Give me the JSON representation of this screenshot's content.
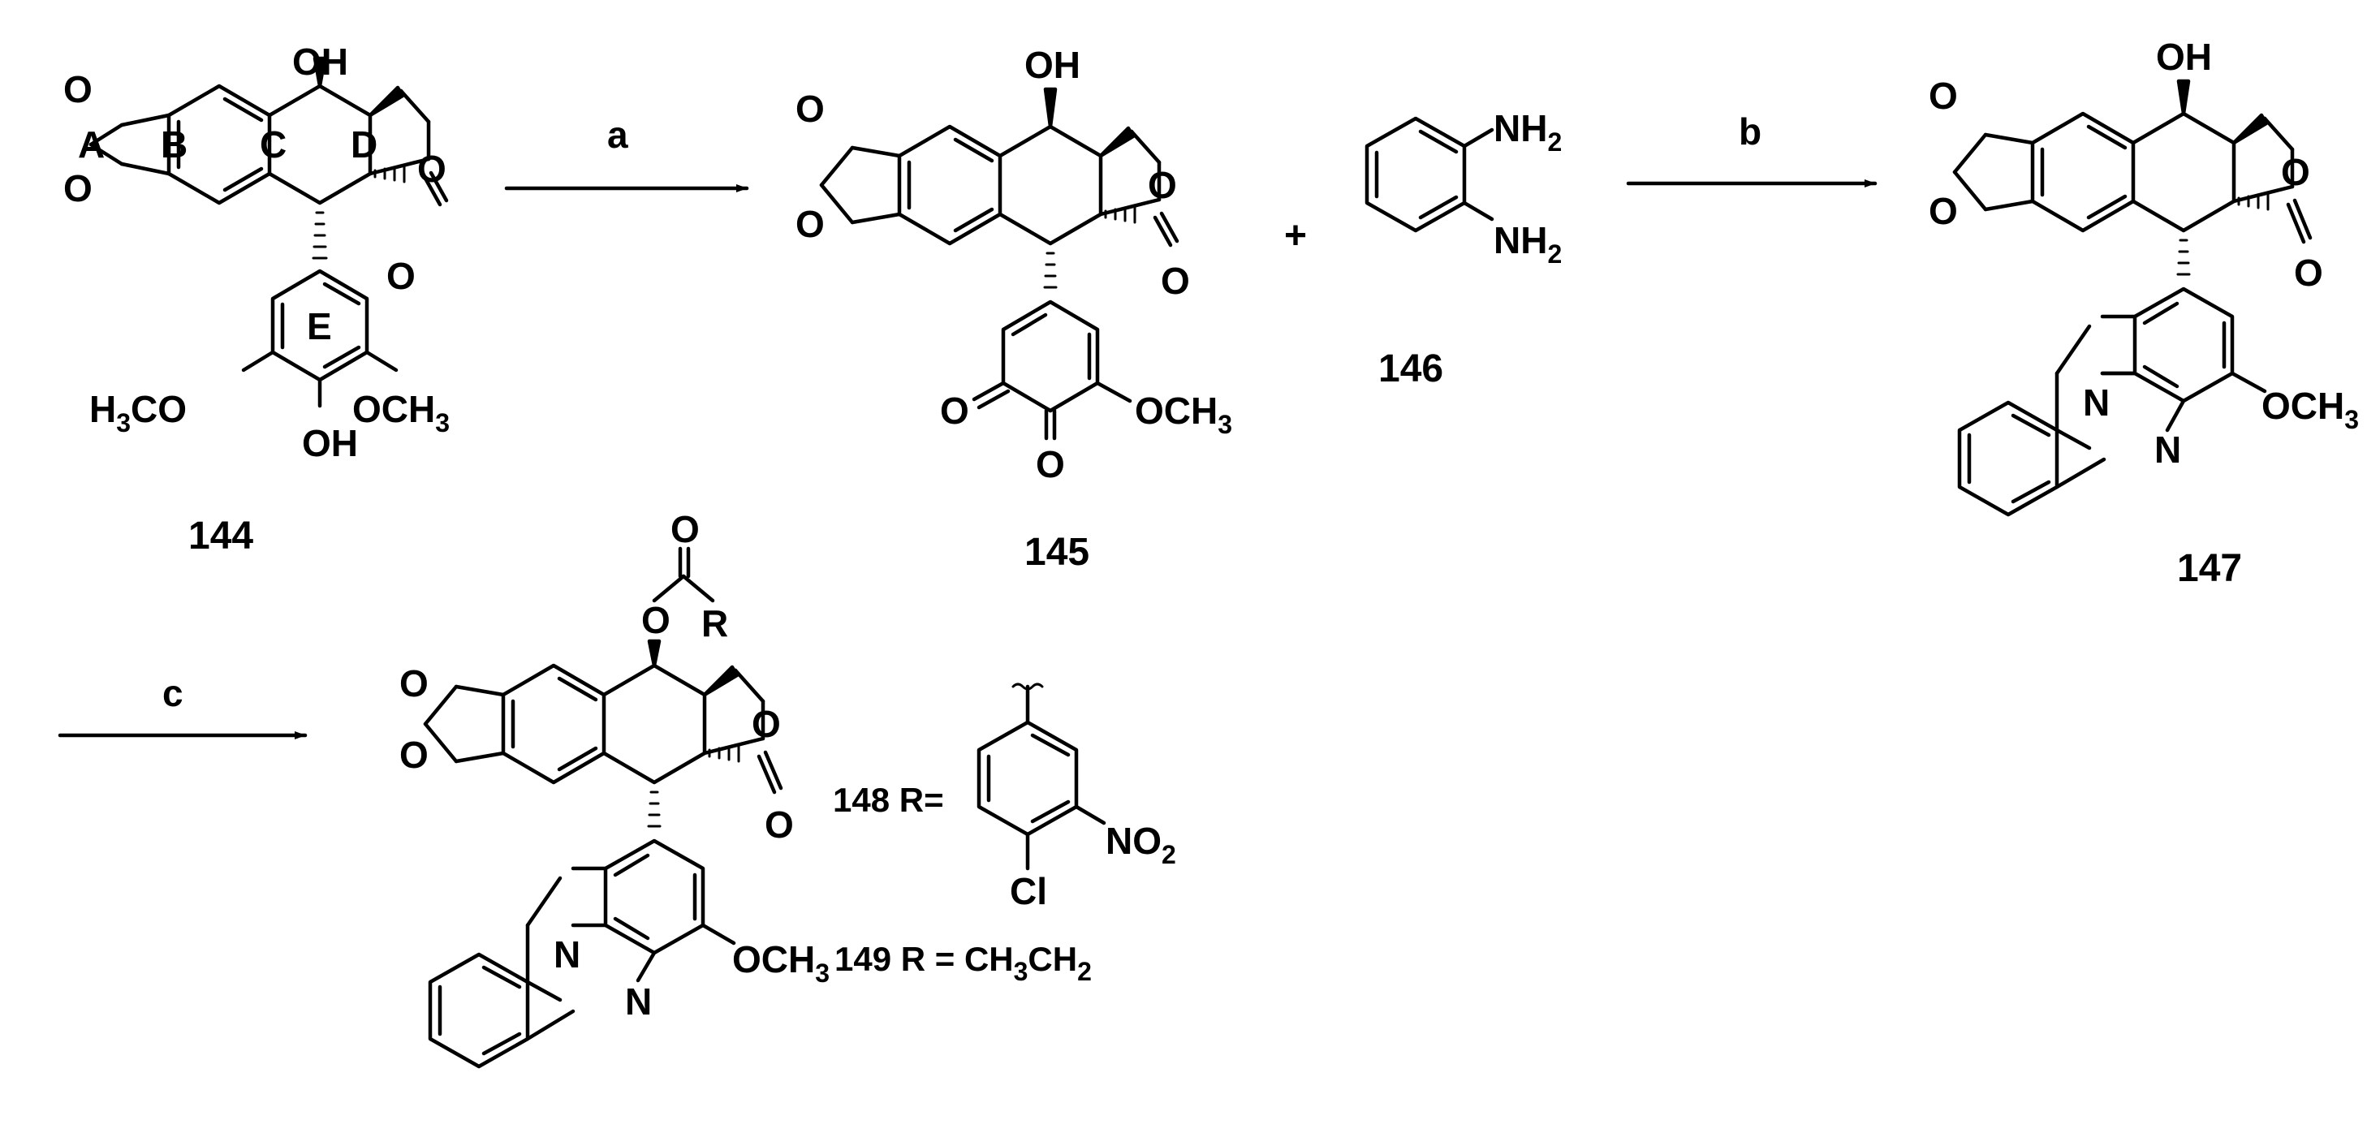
{
  "scheme": {
    "compounds": {
      "c144": "144",
      "c145": "145",
      "c146": "146",
      "c147": "147",
      "c148": "148",
      "c149": "149"
    },
    "steps": {
      "a": "a",
      "b": "b",
      "c": "c"
    },
    "plus": "+",
    "ring_letters": {
      "A": "A",
      "B": "B",
      "C": "C",
      "D": "D",
      "E": "E"
    },
    "atoms": {
      "OH": "OH",
      "O": "O",
      "N": "N",
      "Cl": "Cl",
      "R": "R",
      "H3CO": "H3CO",
      "OCH3": "OCH3",
      "NH2": "NH2",
      "NO2": "NO2"
    },
    "r_groups": {
      "r148_prefix": "148 R=",
      "r149": "149 R = CH3CH2"
    },
    "colors": {
      "ink": "#000000",
      "background": "#ffffff"
    }
  }
}
